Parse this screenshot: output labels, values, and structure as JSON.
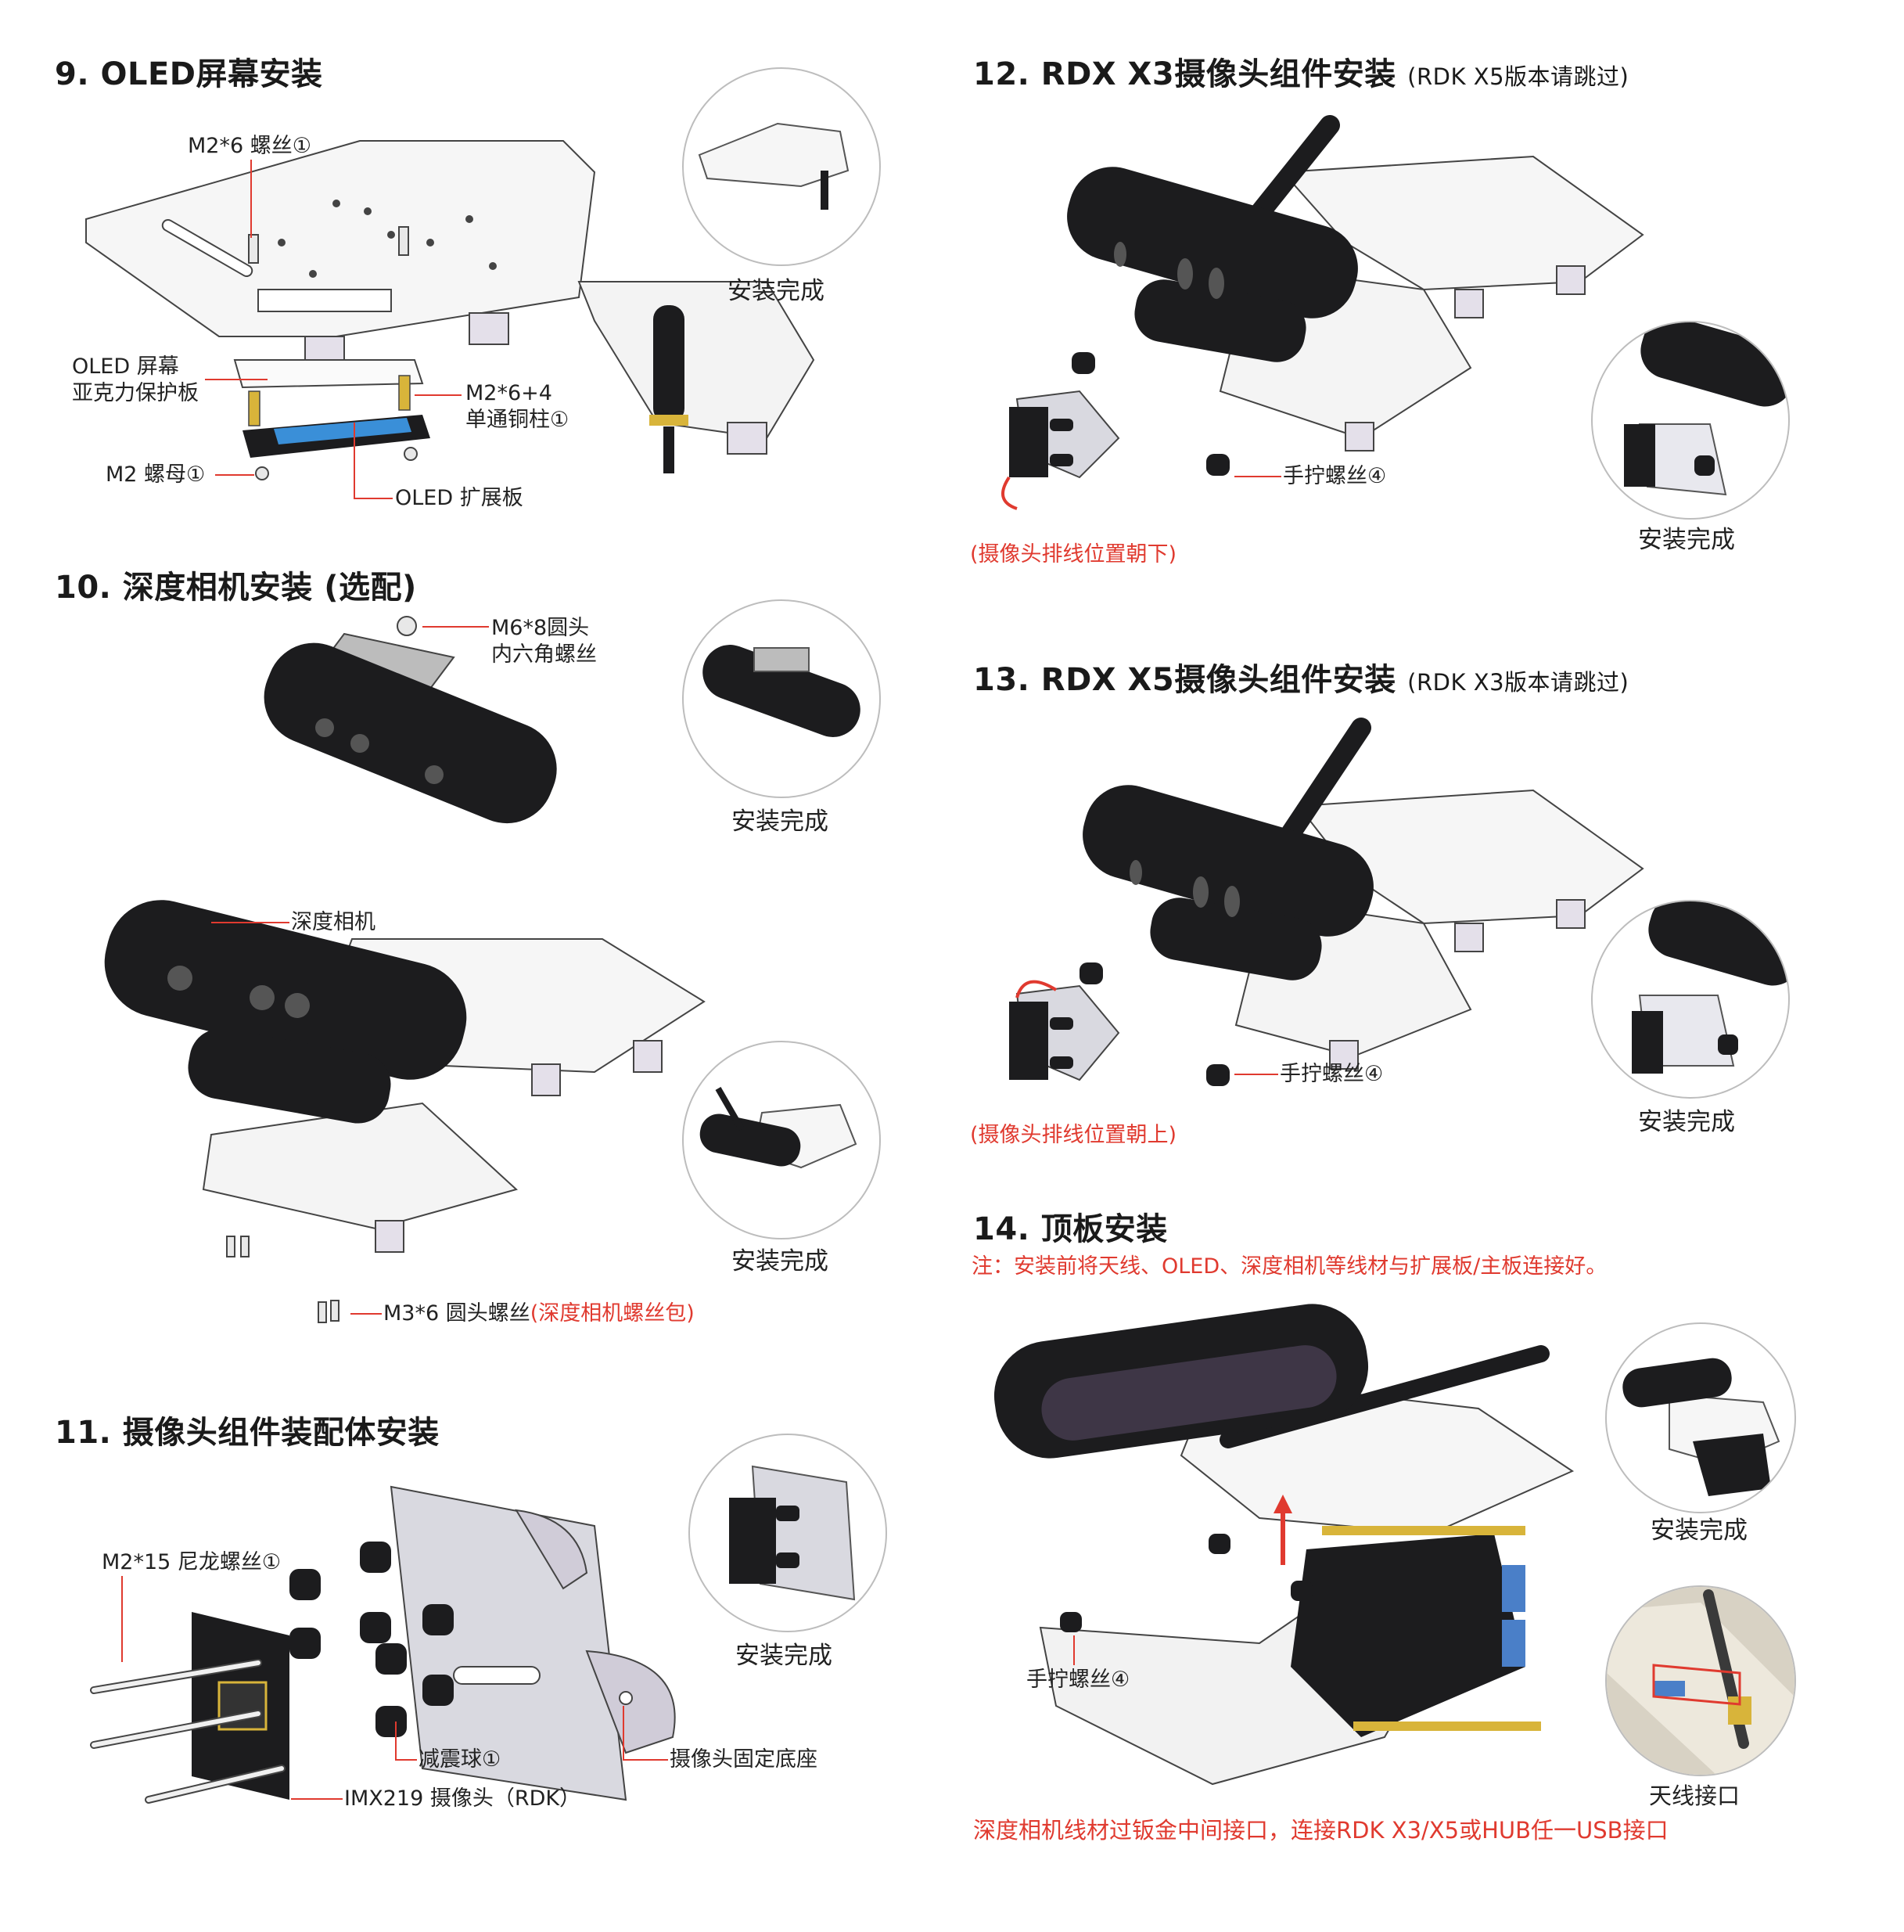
{
  "s9": {
    "title": "9. OLED屏幕安装",
    "screw": "M2*6 螺丝①",
    "oled_cover_1": "OLED 屏幕",
    "oled_cover_2": "亚克力保护板",
    "standoff_1": "M2*6+4",
    "standoff_2": "单通铜柱①",
    "nut": "M2 螺母①",
    "board": "OLED 扩展板",
    "done": "安装完成"
  },
  "s10": {
    "title": "10. 深度相机安装 (选配)",
    "screw_1": "M6*8圆头",
    "screw_2": "内六角螺丝",
    "done1": "安装完成",
    "camera": "深度相机",
    "done2": "安装完成",
    "bottom_screw": "M3*6 圆头螺丝",
    "bottom_screw_pack": "(深度相机螺丝包)"
  },
  "s11": {
    "title": "11. 摄像头组件装配体安装",
    "nylon": "M2*15 尼龙螺丝①",
    "damper": "减震球①",
    "base": "摄像头固定底座",
    "imx": "IMX219 摄像头（RDK）",
    "done": "安装完成"
  },
  "s12": {
    "title": "12. RDX X3摄像头组件安装",
    "title_sub": "(RDK X5版本请跳过)",
    "thumb": "手拧螺丝④",
    "note": "(摄像头排线位置朝下)",
    "done": "安装完成"
  },
  "s13": {
    "title": "13. RDX X5摄像头组件安装",
    "title_sub": "(RDK X3版本请跳过)",
    "thumb": "手拧螺丝④",
    "note": "(摄像头排线位置朝上)",
    "done": "安装完成"
  },
  "s14": {
    "title": "14. 顶板安装",
    "note": "注：安装前将天线、OLED、深度相机等线材与扩展板/主板连接好。",
    "thumb": "手拧螺丝④",
    "done": "安装完成",
    "antenna": "天线接口",
    "bottom_note": "深度相机线材过钣金中间接口，连接RDK X3/X5或HUB任一USB接口"
  },
  "colors": {
    "accent": "#e03a2f",
    "camera": "#1c1c1e",
    "plate": "#f2f2f2",
    "outline": "#555555",
    "brass": "#d8b43a"
  }
}
